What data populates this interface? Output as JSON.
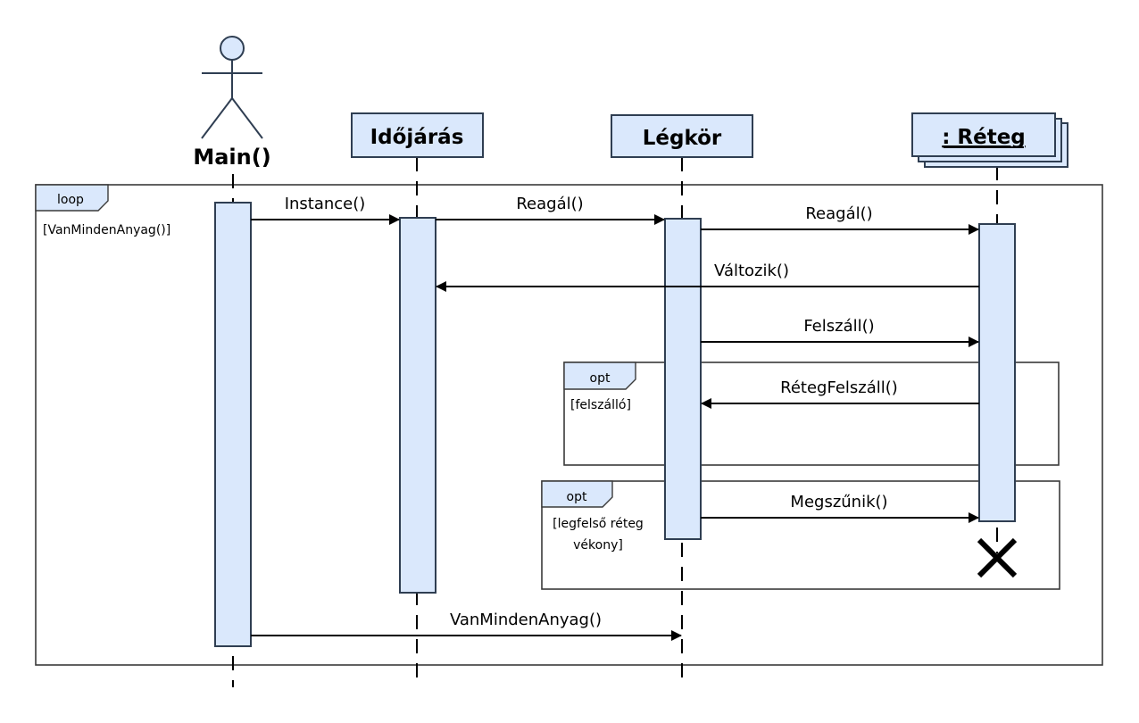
{
  "colors": {
    "box_fill": "#dae8fc",
    "box_stroke": "#2f3e52",
    "line": "#000000",
    "frame_stroke": "#3a3a3a"
  },
  "actor": {
    "name": "Main()",
    "icon": "stick-figure-actor-icon"
  },
  "lifelines": {
    "idojaras": "Időjárás",
    "legkor": "Légkör",
    "reteg": ": Réteg"
  },
  "frames": {
    "loop": {
      "tag": "loop",
      "guard": "[VanMindenAnyag()]"
    },
    "opt1": {
      "tag": "opt",
      "guard": "[felszálló]"
    },
    "opt2": {
      "tag": "opt",
      "guard_line1": "[legfelső réteg",
      "guard_line2": "vékony]"
    }
  },
  "messages": {
    "instance": "Instance()",
    "reagal1": "Reagál()",
    "reagal2": "Reagál()",
    "valtozik": "Változik()",
    "felszall": "Felszáll()",
    "reteg_felszall": "RétegFelszáll()",
    "megszunik": "Megszűnik()",
    "van_minden_anyag": "VanMindenAnyag()"
  },
  "destroy_icon": "destroy-x-icon"
}
